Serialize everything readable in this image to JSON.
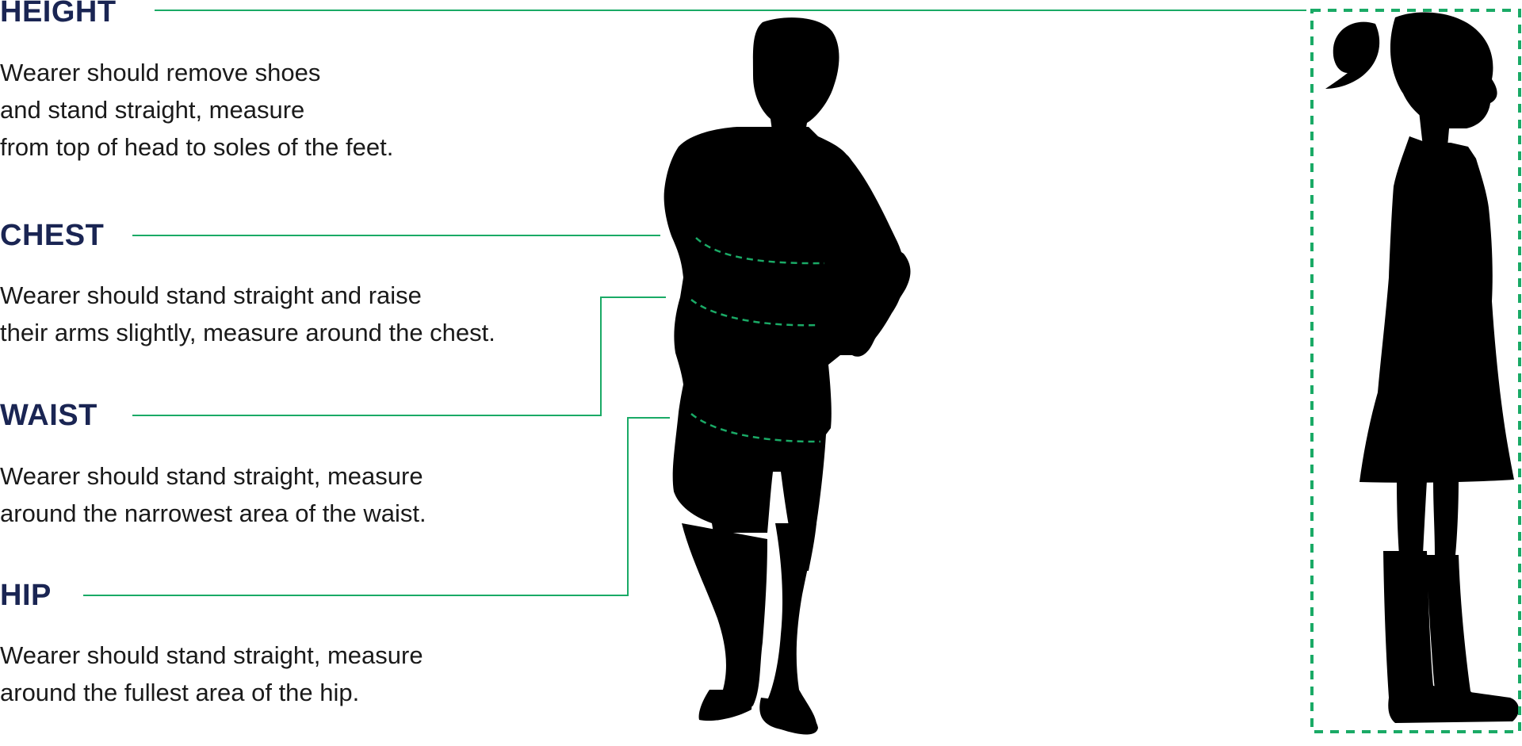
{
  "colors": {
    "heading": "#1a2553",
    "body_text": "#1a1a1a",
    "leader_line": "#1aaa66",
    "silhouette": "#000000",
    "background": "#ffffff"
  },
  "sections": [
    {
      "key": "height",
      "heading": "HEIGHT",
      "lines": [
        "Wearer should remove shoes",
        "and stand straight, measure",
        "from top of head to soles of the feet."
      ]
    },
    {
      "key": "chest",
      "heading": "CHEST",
      "lines": [
        "Wearer should stand straight and raise",
        "their arms slightly, measure around the chest."
      ]
    },
    {
      "key": "waist",
      "heading": "WAIST",
      "lines": [
        "Wearer should stand straight, measure",
        "around the narrowest area of the waist."
      ]
    },
    {
      "key": "hip",
      "heading": "HIP",
      "lines": [
        "Wearer should stand straight, measure",
        "around the fullest area of the hip."
      ]
    }
  ],
  "figures": {
    "boy": "boy-silhouette",
    "girl": "girl-silhouette"
  }
}
